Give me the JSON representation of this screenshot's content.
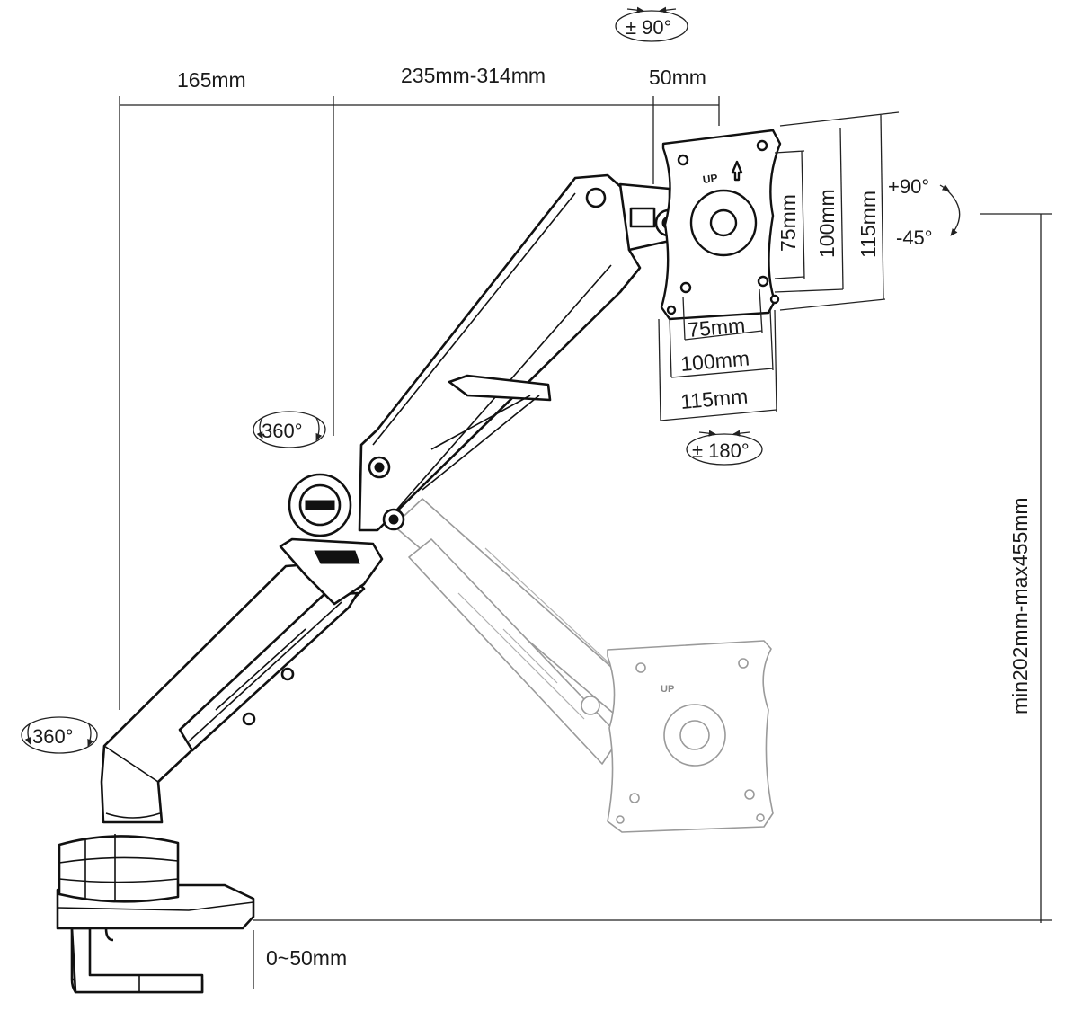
{
  "dimensions": {
    "base_to_pole": "165mm",
    "arm_reach": "235mm-314mm",
    "tilt_offset": "50mm",
    "clamp_thickness": "0~50mm",
    "height_range": "min202mm-max455mm",
    "vesa_v1": "75mm",
    "vesa_v2": "100mm",
    "vesa_v3": "115mm",
    "vesa_h1": "75mm",
    "vesa_h2": "100mm",
    "vesa_h3": "115mm"
  },
  "rotations": {
    "top_swivel": "± 90°",
    "plate_rotation": "± 180°",
    "elbow_swivel": "360°",
    "base_swivel": "360°",
    "tilt_up": "+90°",
    "tilt_down": "-45°"
  },
  "plate_label": "UP"
}
